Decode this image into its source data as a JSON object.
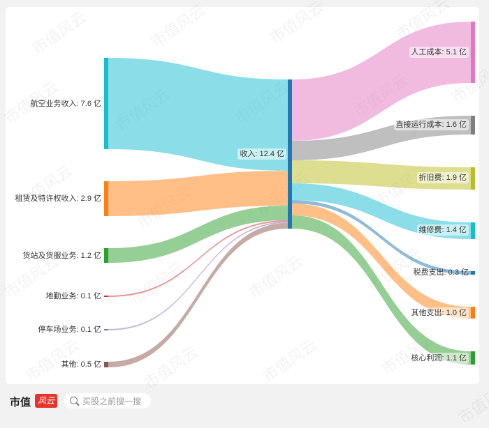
{
  "chart_data": {
    "type": "sankey",
    "title": "",
    "unit": "亿",
    "nodes": [
      {
        "id": "aviation",
        "name": "航空业务收入",
        "value": 7.6,
        "color": "#17becf",
        "column": 0
      },
      {
        "id": "lease",
        "name": "租赁及特许权收入",
        "value": 2.9,
        "color": "#ff7f0e",
        "column": 0
      },
      {
        "id": "cargo",
        "name": "货站及货服业务",
        "value": 1.2,
        "color": "#2ca02c",
        "column": 0
      },
      {
        "id": "ground",
        "name": "地勤业务",
        "value": 0.1,
        "color": "#d62728",
        "column": 0
      },
      {
        "id": "parking",
        "name": "停车场业务",
        "value": 0.1,
        "color": "#9467bd",
        "column": 0
      },
      {
        "id": "other_in",
        "name": "其他",
        "value": 0.5,
        "color": "#8c564b",
        "column": 0
      },
      {
        "id": "revenue",
        "name": "收入",
        "value": 12.4,
        "color": "#1f77b4",
        "column": 1
      },
      {
        "id": "labor",
        "name": "人工成本",
        "value": 5.1,
        "color": "#e377c2",
        "column": 2
      },
      {
        "id": "direct",
        "name": "直接运行成本",
        "value": 1.6,
        "color": "#7f7f7f",
        "column": 2
      },
      {
        "id": "deprec",
        "name": "折旧费",
        "value": 1.9,
        "color": "#bcbd22",
        "column": 2
      },
      {
        "id": "repair",
        "name": "维修费",
        "value": 1.4,
        "color": "#17becf",
        "column": 2
      },
      {
        "id": "tax",
        "name": "税费支出",
        "value": 0.3,
        "color": "#1f77b4",
        "column": 2
      },
      {
        "id": "other_out",
        "name": "其他支出",
        "value": 1.0,
        "color": "#ff7f0e",
        "column": 2
      },
      {
        "id": "profit",
        "name": "核心利润",
        "value": 1.1,
        "color": "#2ca02c",
        "column": 2
      }
    ],
    "links": [
      {
        "source": "航空业务收入",
        "target": "收入",
        "value": 7.6
      },
      {
        "source": "租赁及特许权收入",
        "target": "收入",
        "value": 2.9
      },
      {
        "source": "货站及货服业务",
        "target": "收入",
        "value": 1.2
      },
      {
        "source": "地勤业务",
        "target": "收入",
        "value": 0.1
      },
      {
        "source": "停车场业务",
        "target": "收入",
        "value": 0.1
      },
      {
        "source": "其他",
        "target": "收入",
        "value": 0.5
      },
      {
        "source": "收入",
        "target": "人工成本",
        "value": 5.1
      },
      {
        "source": "收入",
        "target": "直接运行成本",
        "value": 1.6
      },
      {
        "source": "收入",
        "target": "折旧费",
        "value": 1.9
      },
      {
        "source": "收入",
        "target": "维修费",
        "value": 1.4
      },
      {
        "source": "收入",
        "target": "税费支出",
        "value": 0.3
      },
      {
        "source": "收入",
        "target": "其他支出",
        "value": 1.0
      },
      {
        "source": "收入",
        "target": "核心利润",
        "value": 1.1
      }
    ]
  },
  "labels": {
    "aviation": "航空业务收入: 7.6 亿",
    "lease": "租赁及特许权收入: 2.9 亿",
    "cargo": "货站及货服业务: 1.2 亿",
    "ground": "地勤业务: 0.1 亿",
    "parking": "停车场业务: 0.1 亿",
    "other_in": "其他: 0.5 亿",
    "revenue": "收入: 12.4 亿",
    "labor": "人工成本: 5.1 亿",
    "direct": "直接运行成本: 1.6 亿",
    "deprec": "折旧费: 1.9 亿",
    "repair": "维修费: 1.4 亿",
    "tax": "税费支出: 0.3 亿",
    "other_out": "其他支出: 1.0 亿",
    "profit": "核心利润: 1.1 亿"
  },
  "footer": {
    "brand": "市值",
    "brand_badge": "风云",
    "search_placeholder": "买股之前搜一搜"
  },
  "watermark": "市值风云"
}
